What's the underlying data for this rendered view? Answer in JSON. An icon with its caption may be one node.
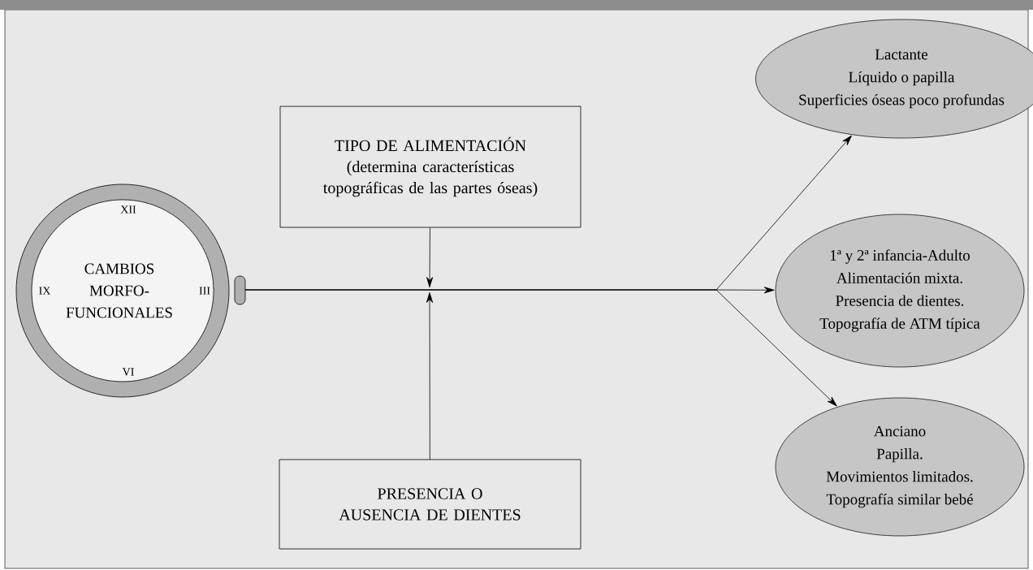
{
  "diagram": {
    "nodes": [
      {
        "text": [
          "CAMBIOS MORFO-FUNCIONALES"
        ]
      },
      {
        "text": [
          "TIPO DE ALIMENTACIÓN",
          "(determina características topográficas de las partes óseas)"
        ]
      },
      {
        "text": [
          "PRESENCIA O AUSENCIA DE DIENTES"
        ]
      },
      {
        "text": [
          "Lactante",
          "Líquido o papilla",
          "Superficies óseas poco profundas"
        ]
      },
      {
        "text": [
          "1ª y 2ª infancia-Adulto",
          "Alimentación mixta.",
          "Presencia de dientes.",
          "Topografía de ATM típica"
        ]
      },
      {
        "text": [
          "Anciano",
          "Papilla.",
          "Movimientos limitados.",
          "Topografía similar bebé"
        ]
      }
    ],
    "edges": [
      {
        "from": 1,
        "to": null,
        "arrow": "to"
      },
      {
        "from": 2,
        "to": null,
        "arrow": "to"
      },
      {
        "from": 0,
        "to": 3,
        "arrow": "to"
      },
      {
        "from": 0,
        "to": 4,
        "arrow": "to"
      },
      {
        "from": 0,
        "to": 5,
        "arrow": "to"
      }
    ],
    "labels": [
      "XII",
      "IX",
      "III",
      "VI"
    ]
  }
}
